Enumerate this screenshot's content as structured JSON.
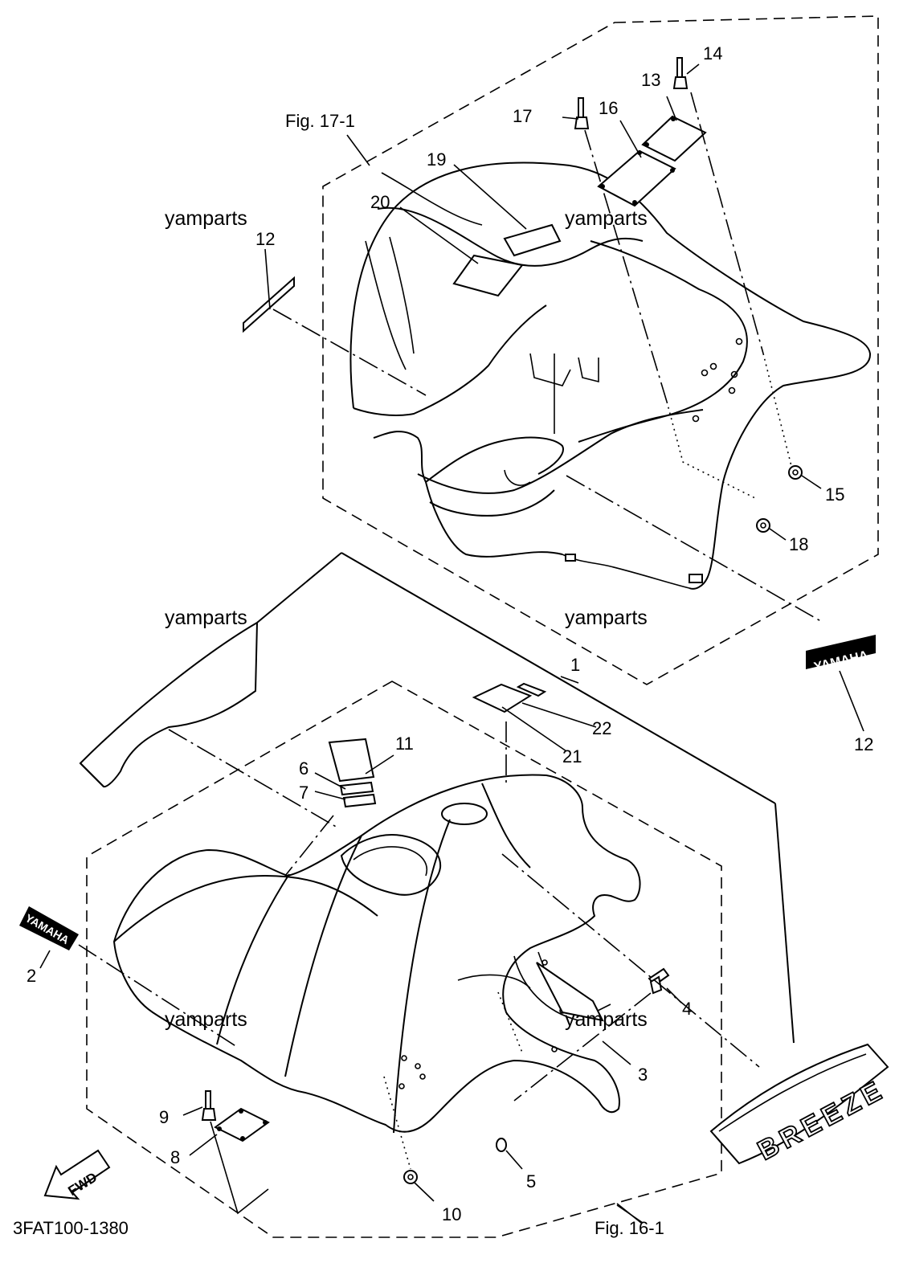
{
  "figure_refs": {
    "rear": "Fig. 17-1",
    "front": "Fig. 16-1"
  },
  "drawing_code": "3FAT100-1380",
  "watermark": "yamparts",
  "fwd_label": "FWD",
  "decal_texts": {
    "brand": "YAMAHA",
    "model": "BREEZE"
  },
  "callouts": [
    "1",
    "2",
    "3",
    "4",
    "5",
    "6",
    "7",
    "8",
    "9",
    "10",
    "11",
    "12",
    "12",
    "13",
    "14",
    "15",
    "16",
    "17",
    "18",
    "19",
    "20",
    "21",
    "22"
  ],
  "colors": {
    "line": "#000000",
    "background": "#ffffff"
  }
}
